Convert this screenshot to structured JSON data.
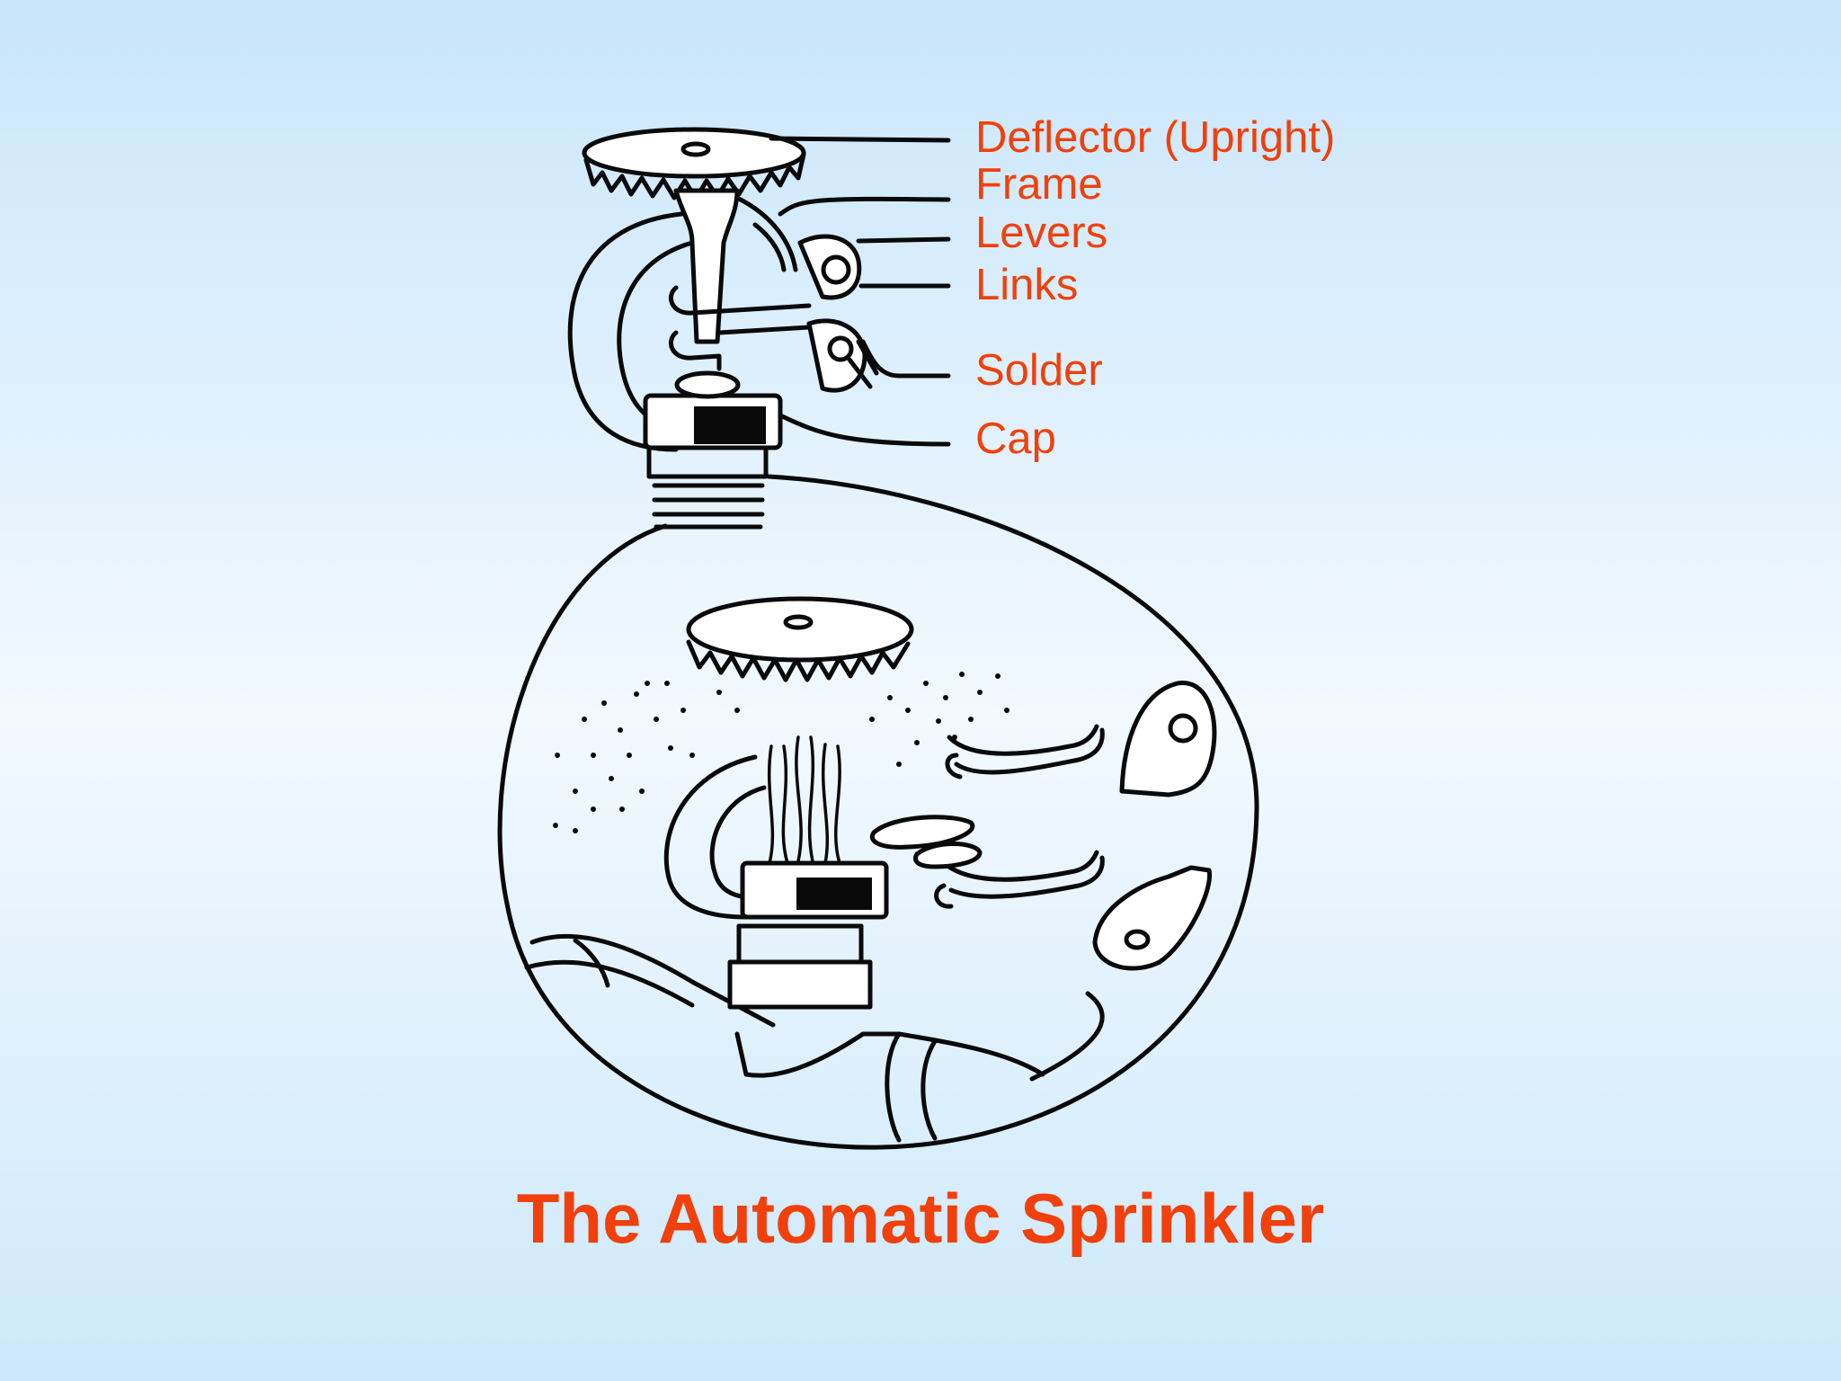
{
  "diagram": {
    "title": "The Automatic Sprinkler",
    "labels": [
      {
        "id": "deflector",
        "text": "Deflector (Upright)"
      },
      {
        "id": "frame",
        "text": "Frame"
      },
      {
        "id": "levers",
        "text": "Levers"
      },
      {
        "id": "links",
        "text": "Links"
      },
      {
        "id": "solder",
        "text": "Solder"
      },
      {
        "id": "cap",
        "text": "Cap"
      }
    ]
  },
  "colors": {
    "label_red": "#f1400b",
    "ink": "#0a0a0a",
    "background_top": "#c9e6fb",
    "background_mid": "#f2f9ff"
  }
}
